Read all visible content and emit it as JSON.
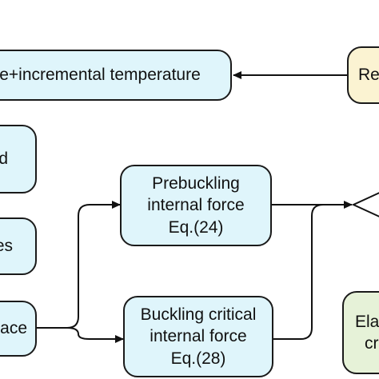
{
  "nodes": {
    "incremental_temp": {
      "label": "e+incremental temperature"
    },
    "right_top": {
      "label": "Re"
    },
    "left_1": {
      "label": "d"
    },
    "left_2": {
      "label": "es"
    },
    "left_3": {
      "label": "ace"
    },
    "prebuckling": {
      "line1": "Prebuckling",
      "line2": "internal force",
      "line3": "Eq.(24)"
    },
    "buckling": {
      "line1": "Buckling critical",
      "line2": "internal force",
      "line3": "Eq.(28)"
    },
    "right_bottom": {
      "line1": "Ela",
      "line2": "cr"
    }
  },
  "colors": {
    "blue_fill": "#dff5fb",
    "beige_fill": "#fbf3d2",
    "green_fill": "#e6f2d8",
    "stroke": "#1a1a1a"
  }
}
